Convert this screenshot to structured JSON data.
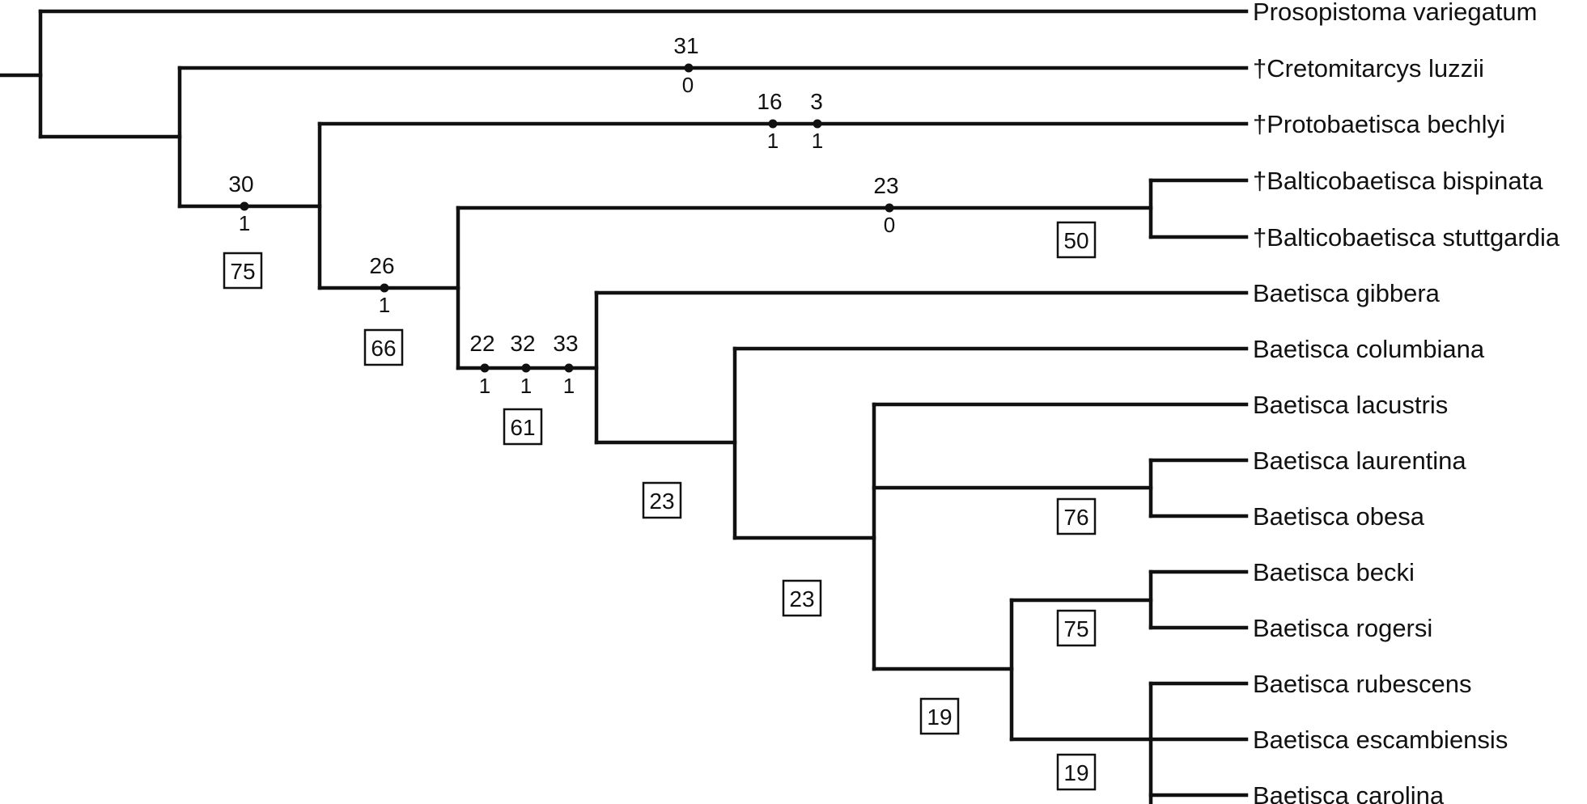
{
  "taxa": [
    "Prosopistoma variegatum",
    "†Cretomitarcys luzzii",
    "†Protobaetisca bechlyi",
    "†Balticobaetisca bispinata",
    "†Balticobaetisca stuttgardia",
    "Baetisca gibbera",
    "Baetisca columbiana",
    "Baetisca lacustris",
    "Baetisca laurentina",
    "Baetisca obesa",
    "Baetisca becki",
    "Baetisca rogersi",
    "Baetisca rubescens",
    "Baetisca escambiensis",
    "Baetisca carolina"
  ],
  "characters": [
    {
      "char": "31",
      "state": "0"
    },
    {
      "char": "16",
      "state": "1"
    },
    {
      "char": "3",
      "state": "1"
    },
    {
      "char": "30",
      "state": "1"
    },
    {
      "char": "23",
      "state": "0"
    },
    {
      "char": "26",
      "state": "1"
    },
    {
      "char": "22",
      "state": "1"
    },
    {
      "char": "32",
      "state": "1"
    },
    {
      "char": "33",
      "state": "1"
    }
  ],
  "support": [
    "75",
    "66",
    "50",
    "61",
    "23",
    "76",
    "23",
    "75",
    "19",
    "19"
  ],
  "colors": {
    "ink": "#111111",
    "background": "#ffffff"
  }
}
